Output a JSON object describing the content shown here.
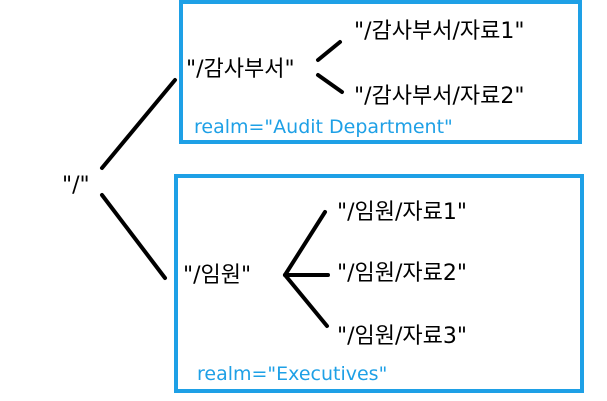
{
  "colors": {
    "box_border": "#1ea0e6",
    "realm_text": "#1ea0e6",
    "line": "#000000"
  },
  "root": {
    "label": "\"/\""
  },
  "groups": [
    {
      "node_label": "\"/감사부서\"",
      "children": [
        "\"/감사부서/자료1\"",
        "\"/감사부서/자료2\""
      ],
      "realm": "realm=\"Audit Department\""
    },
    {
      "node_label": "\"/임원\"",
      "children": [
        "\"/임원/자료1\"",
        "\"/임원/자료2\"",
        "\"/임원/자료3\""
      ],
      "realm": "realm=\"Executives\""
    }
  ]
}
